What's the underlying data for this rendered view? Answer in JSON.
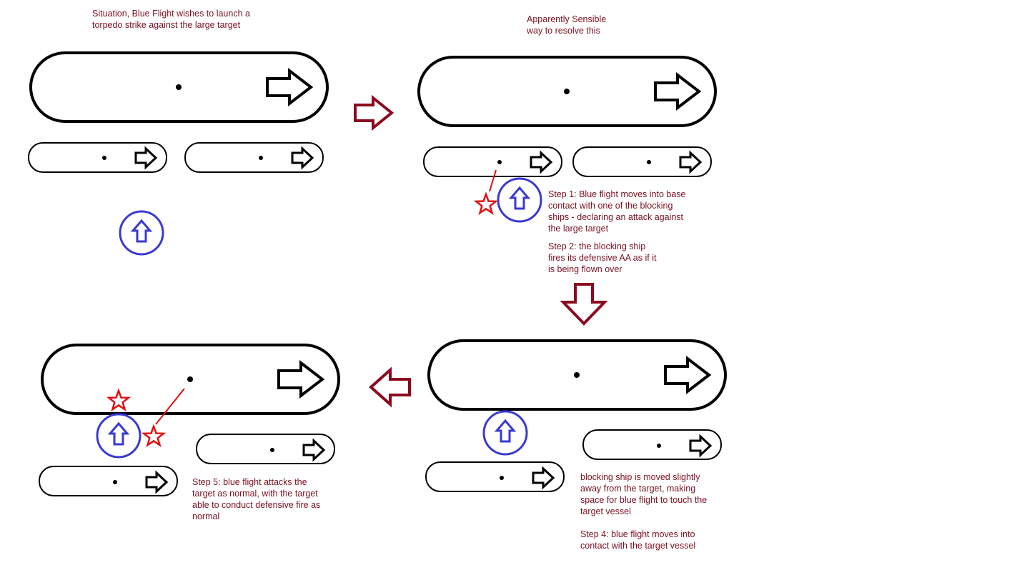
{
  "colors": {
    "ship": "#000000",
    "flight": "#3a3ad0",
    "flow_arrow": "#8b0a1e",
    "hit": "#e01010",
    "text": "#7a1020"
  },
  "notes": {
    "situation": "Situation, Blue Flight wishes to launch a\ntorpedo strike against the large target",
    "sensible": "Apparently Sensible\nway to resolve this",
    "step1": "Step 1: Blue flight moves into base\ncontact with one of the blocking\nships - declaring an attack against\nthe large target",
    "step2": "Step 2: the blocking ship\nfires its defensive AA as if it\nis being flown over",
    "step3": "blocking ship is moved slightly\naway from the target, making\nspace for blue flight to touch the\ntarget vessel",
    "step4": "Step 4: blue flight moves into\ncontact with the target vessel",
    "step5": "Step 5: blue flight attacks the\ntarget as normal, with the target\nable to conduct defensive fire as\nnormal"
  },
  "icons": {
    "ship_heading": "arrow-right-icon",
    "flight_heading": "arrow-up-icon",
    "flow": "flow-arrow-icon",
    "hit": "star-icon"
  }
}
